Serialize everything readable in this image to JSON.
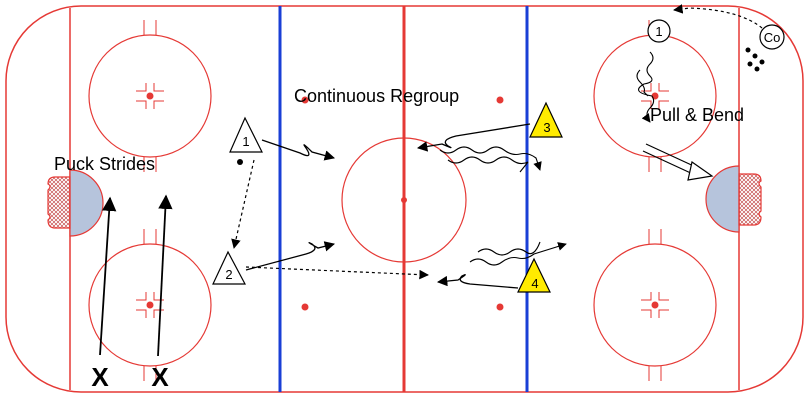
{
  "diagram": {
    "title": "Continuous Regroup",
    "labels": {
      "left_drill": "Puck Strides",
      "right_drill": "Pull & Bend"
    },
    "players": {
      "p1": "1",
      "p2": "2",
      "p3": "3",
      "p4": "4",
      "circle_1": "1",
      "coach": "Co"
    },
    "x_marks": [
      "X",
      "X"
    ],
    "colors": {
      "rink_line": "#e53935",
      "blue_line": "#1a3fd6",
      "red_line": "#e53935",
      "net_fill": "#b6c4dc",
      "yellow_player": "#ffeb00"
    }
  }
}
